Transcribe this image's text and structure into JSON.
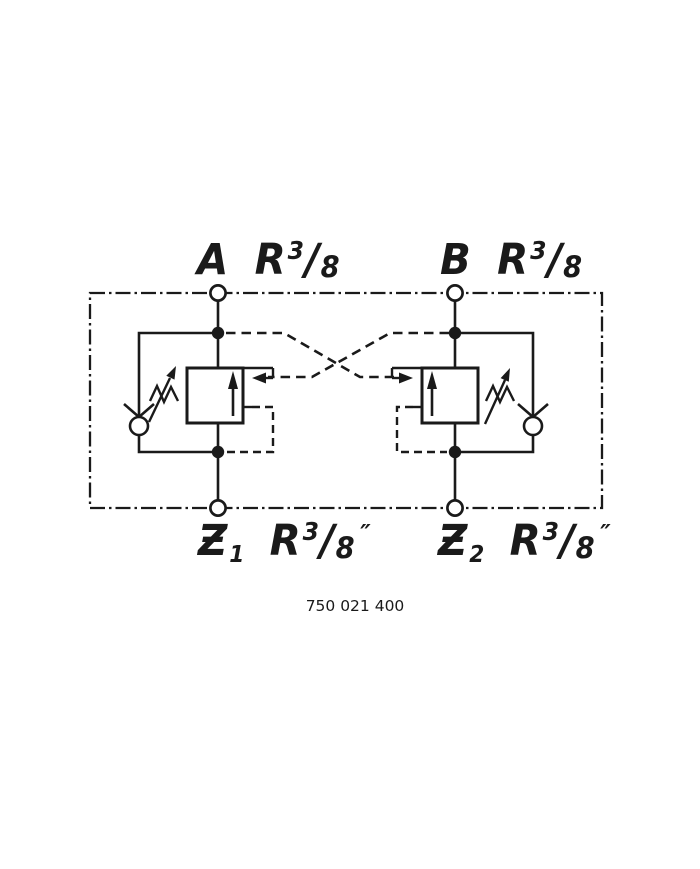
{
  "colors": {
    "ink": "#1a1a1a",
    "background": "#ffffff"
  },
  "part_number": "750 021 400",
  "ports": {
    "A": {
      "letter": "A",
      "sub": "",
      "thread_letter": "R",
      "frac_numerator": "3",
      "frac_denominator": "8",
      "unit_mark": ""
    },
    "B": {
      "letter": "B",
      "sub": "",
      "thread_letter": "R",
      "frac_numerator": "3",
      "frac_denominator": "8",
      "unit_mark": ""
    },
    "Z1": {
      "letter": "Ƶ",
      "sub": "1",
      "thread_letter": "R",
      "frac_numerator": "3",
      "frac_denominator": "8",
      "unit_mark": "″"
    },
    "Z2": {
      "letter": "Ƶ",
      "sub": "2",
      "thread_letter": "R",
      "frac_numerator": "3",
      "frac_denominator": "8",
      "unit_mark": "″"
    }
  },
  "symbols": [
    "enclosure-boundary-dashdot",
    "relief-valve-left",
    "relief-valve-right",
    "adjustable-spring-icon",
    "flow-arrow-icon",
    "pilot-arrow-icon",
    "check-valve-icon",
    "pilot-line-dashed",
    "drain-line-dashed",
    "junction-dot",
    "port-circle"
  ]
}
